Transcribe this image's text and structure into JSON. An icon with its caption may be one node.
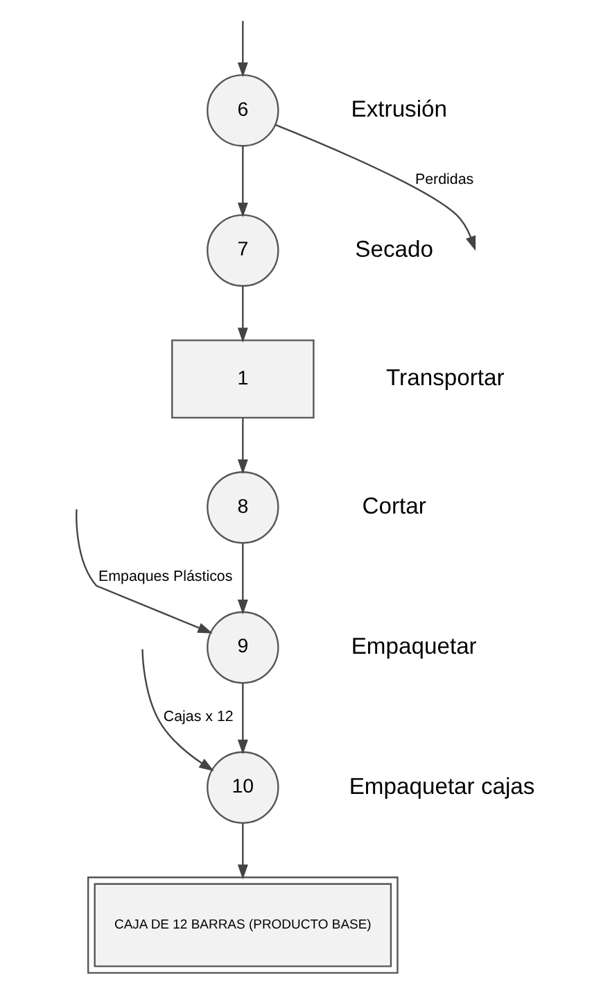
{
  "diagram": {
    "nodes": [
      {
        "text": [
          "6"
        ],
        "beside": [
          "Extrusión"
        ]
      },
      {
        "text": [
          "7"
        ],
        "beside": [
          "Secado"
        ]
      },
      {
        "text": [
          "1"
        ],
        "beside": [
          "Transportar"
        ]
      },
      {
        "text": [
          "8"
        ],
        "beside": [
          "Cortar"
        ]
      },
      {
        "text": [
          "9"
        ],
        "beside": [
          "Empaquetar"
        ]
      },
      {
        "text": [
          "10"
        ],
        "beside": [
          "Empaquetar cajas"
        ]
      },
      {
        "text": [
          "CAJA DE 12 BARRAS (PRODUCTO BASE)"
        ]
      }
    ],
    "edges": [
      {
        "from": 0,
        "to": null,
        "arrow": "to",
        "label": "Perdidas"
      },
      {
        "from": null,
        "to": 0,
        "arrow": "to"
      },
      {
        "from": 0,
        "to": 1,
        "arrow": "to"
      },
      {
        "from": 1,
        "to": 2,
        "arrow": "to"
      },
      {
        "from": 2,
        "to": 3,
        "arrow": "to"
      },
      {
        "from": null,
        "to": 4,
        "arrow": "to",
        "label": "Empaques Plásticos"
      },
      {
        "from": 3,
        "to": 4,
        "arrow": "to"
      },
      {
        "from": null,
        "to": 5,
        "arrow": "to",
        "label": "Cajas x 12"
      },
      {
        "from": 4,
        "to": 5,
        "arrow": "to"
      },
      {
        "from": 5,
        "to": 6,
        "arrow": "to"
      }
    ]
  }
}
